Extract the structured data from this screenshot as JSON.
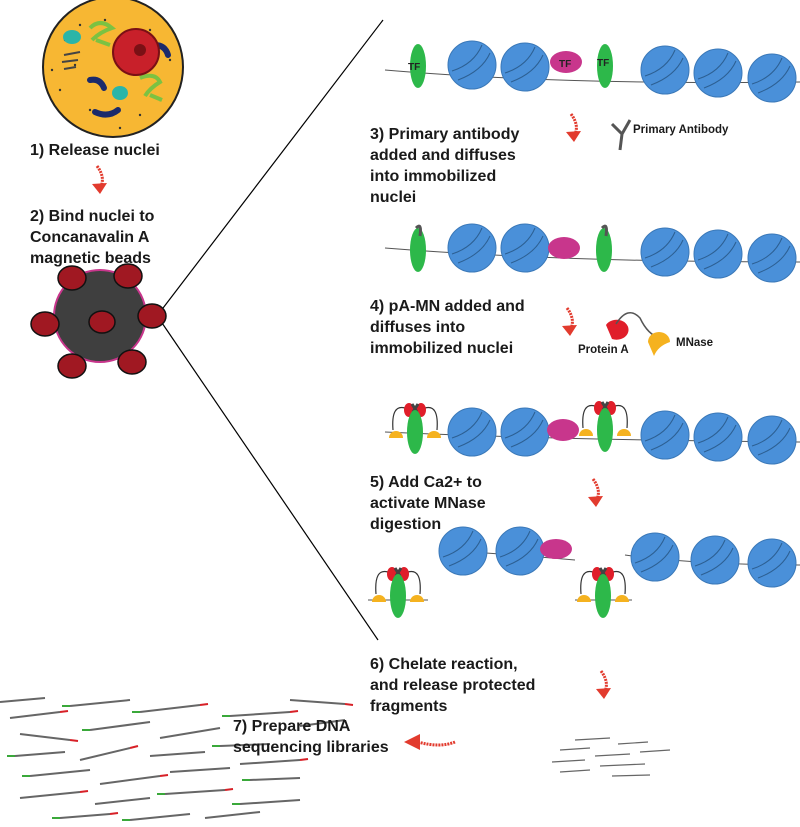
{
  "steps": {
    "s1": "1) Release nuclei",
    "s2": "2) Bind nuclei to\nConcanavalin A\nmagnetic beads",
    "s3": "3) Primary antibody\nadded and diffuses\ninto immobilized\nnuclei",
    "s4": "4) pA-MN added and\ndiffuses into\nimmobilized nuclei",
    "s5": "5) Add Ca2+ to\nactivate MNase\ndigestion",
    "s6": "6) Chelate reaction,\nand release protected\nfragments",
    "s7": "7) Prepare DNA\nsequencing libraries"
  },
  "labels": {
    "tf": "TF",
    "primary_antibody": "Primary Antibody",
    "protein_a": "Protein A",
    "mnase": "MNase"
  },
  "colors": {
    "nucleosome": "#4a90d9",
    "tf_green": "#2db84a",
    "tf_pink": "#c8368c",
    "arrow_red": "#e23b2e",
    "protein_a": "#e01e2a",
    "mnase": "#f5b21f",
    "cell": "#f7b733",
    "bead": "#3f3f3f"
  }
}
